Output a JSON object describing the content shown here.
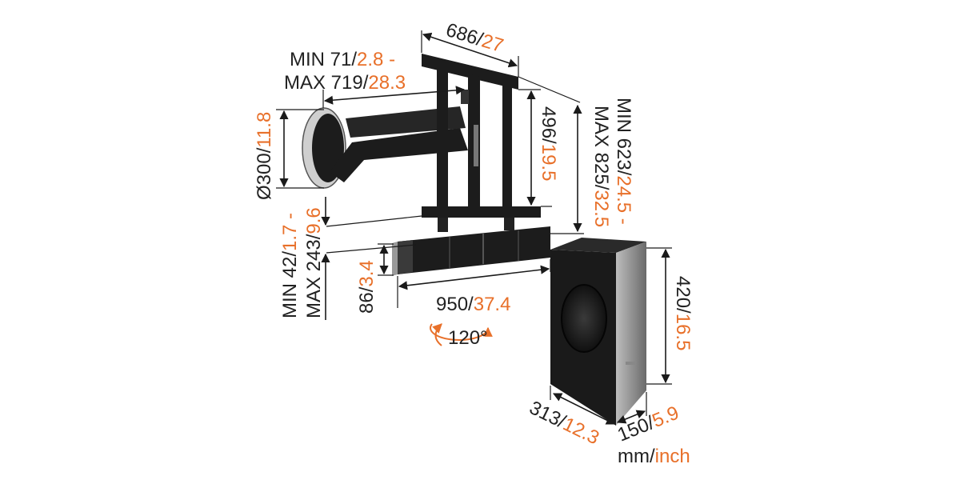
{
  "colors": {
    "metric_text": "#222222",
    "imperial_text": "#e8702a",
    "hardware": "#1c1c1c"
  },
  "dimensions": {
    "mount_width": {
      "mm": "686",
      "sep": "/",
      "inch": "27"
    },
    "arm_min": {
      "mm": "MIN 71",
      "sep": "/",
      "inch": "2.8 -"
    },
    "arm_max": {
      "mm": "MAX 719",
      "sep": "/",
      "inch": "28.3"
    },
    "wall_plate": {
      "mm": "Ø300",
      "sep": "/",
      "inch": "11.8"
    },
    "bracket_height": {
      "mm": "496",
      "sep": "/",
      "inch": "19.5"
    },
    "total_min": {
      "mm": "MIN 623",
      "sep": "/",
      "inch": "24.5 -"
    },
    "total_max": {
      "mm": "MAX 825",
      "sep": "/",
      "inch": "32.5"
    },
    "soundbar_gap_min": {
      "mm": "MIN 42",
      "sep": "/",
      "inch": "1.7 -"
    },
    "soundbar_gap_max": {
      "mm": "MAX 243",
      "sep": "/",
      "inch": "9.6"
    },
    "soundbar_height": {
      "mm": "86",
      "sep": "/",
      "inch": "3.4"
    },
    "soundbar_width": {
      "mm": "950",
      "sep": "/",
      "inch": "37.4"
    },
    "sub_height": {
      "mm": "420",
      "sep": "/",
      "inch": "16.5"
    },
    "sub_depth": {
      "mm": "313",
      "sep": "/",
      "inch": "12.3"
    },
    "sub_width": {
      "mm": "150",
      "sep": "/",
      "inch": "5.9"
    }
  },
  "rotation_label": "120°",
  "units": {
    "mm": "mm",
    "sep": "/",
    "inch": "inch"
  }
}
